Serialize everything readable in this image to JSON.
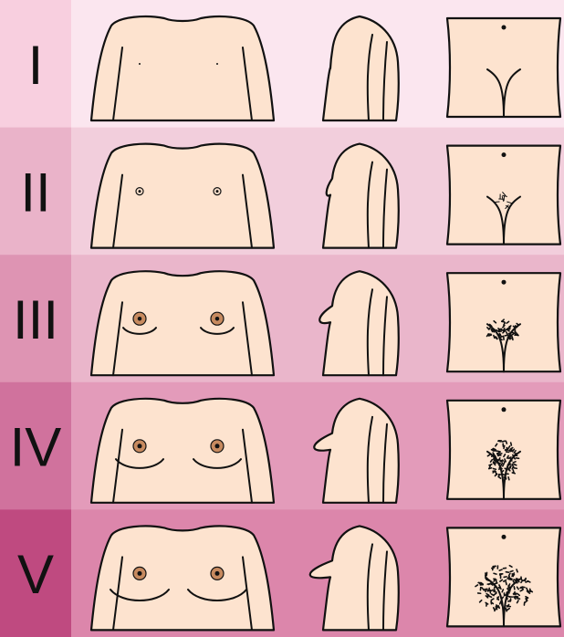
{
  "stages": [
    {
      "label": "I",
      "row_color": "#fbe6ef",
      "label_color": "#f8cfdf",
      "breast": 0,
      "hair": 0
    },
    {
      "label": "II",
      "row_color": "#f2cedc",
      "label_color": "#eab3c9",
      "breast": 1,
      "hair": 1
    },
    {
      "label": "III",
      "row_color": "#eab6cb",
      "label_color": "#de94b3",
      "breast": 2,
      "hair": 2
    },
    {
      "label": "IV",
      "row_color": "#e39bba",
      "label_color": "#d0729d",
      "breast": 3,
      "hair": 3
    },
    {
      "label": "V",
      "row_color": "#dc86ab",
      "label_color": "#bf4a80",
      "breast": 4,
      "hair": 4
    }
  ],
  "colors": {
    "skin": "#fde3cf",
    "outline": "#111111",
    "areola": "#c78a5f",
    "hair": "#111111"
  }
}
